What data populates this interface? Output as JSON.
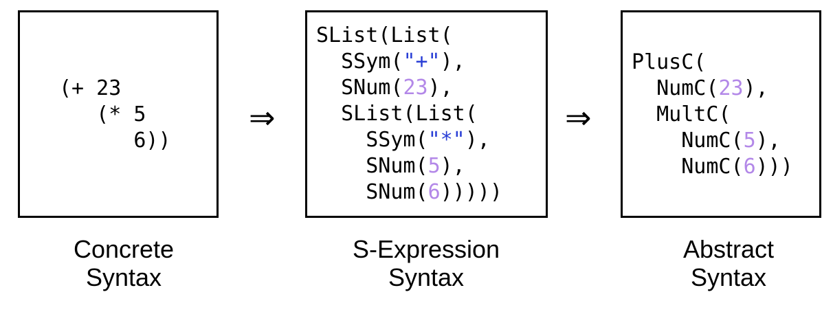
{
  "panels": [
    {
      "id": "concrete",
      "caption_lines": [
        "Concrete",
        "Syntax"
      ],
      "code_lines": [
        [
          {
            "t": "(+ 23",
            "k": "plain"
          }
        ],
        [
          {
            "t": "   (* 5",
            "k": "plain"
          }
        ],
        [
          {
            "t": "      6))",
            "k": "plain"
          }
        ]
      ]
    },
    {
      "id": "sexpr",
      "caption_lines": [
        "S-Expression",
        "Syntax"
      ],
      "code_lines": [
        [
          {
            "t": "SList(List(",
            "k": "plain"
          }
        ],
        [
          {
            "t": "  SSym(",
            "k": "plain"
          },
          {
            "t": "\"+\"",
            "k": "str"
          },
          {
            "t": "),",
            "k": "plain"
          }
        ],
        [
          {
            "t": "  SNum(",
            "k": "plain"
          },
          {
            "t": "23",
            "k": "num"
          },
          {
            "t": "),",
            "k": "plain"
          }
        ],
        [
          {
            "t": "  SList(List(",
            "k": "plain"
          }
        ],
        [
          {
            "t": "    SSym(",
            "k": "plain"
          },
          {
            "t": "\"*\"",
            "k": "str"
          },
          {
            "t": "),",
            "k": "plain"
          }
        ],
        [
          {
            "t": "    SNum(",
            "k": "plain"
          },
          {
            "t": "5",
            "k": "num"
          },
          {
            "t": "),",
            "k": "plain"
          }
        ],
        [
          {
            "t": "    SNum(",
            "k": "plain"
          },
          {
            "t": "6",
            "k": "num"
          },
          {
            "t": ")))))",
            "k": "plain"
          }
        ]
      ]
    },
    {
      "id": "abstract",
      "caption_lines": [
        "Abstract",
        "Syntax"
      ],
      "code_lines": [
        [
          {
            "t": "PlusC(",
            "k": "plain"
          }
        ],
        [
          {
            "t": "  NumC(",
            "k": "plain"
          },
          {
            "t": "23",
            "k": "num"
          },
          {
            "t": "),",
            "k": "plain"
          }
        ],
        [
          {
            "t": "  MultC(",
            "k": "plain"
          }
        ],
        [
          {
            "t": "    NumC(",
            "k": "plain"
          },
          {
            "t": "5",
            "k": "num"
          },
          {
            "t": "),",
            "k": "plain"
          }
        ],
        [
          {
            "t": "    NumC(",
            "k": "plain"
          },
          {
            "t": "6",
            "k": "num"
          },
          {
            "t": ")))",
            "k": "plain"
          }
        ]
      ]
    }
  ],
  "arrows": [
    "⇒",
    "⇒"
  ],
  "colors": {
    "number": "#b388e8",
    "string": "#2a3fd6",
    "border": "#000000"
  }
}
